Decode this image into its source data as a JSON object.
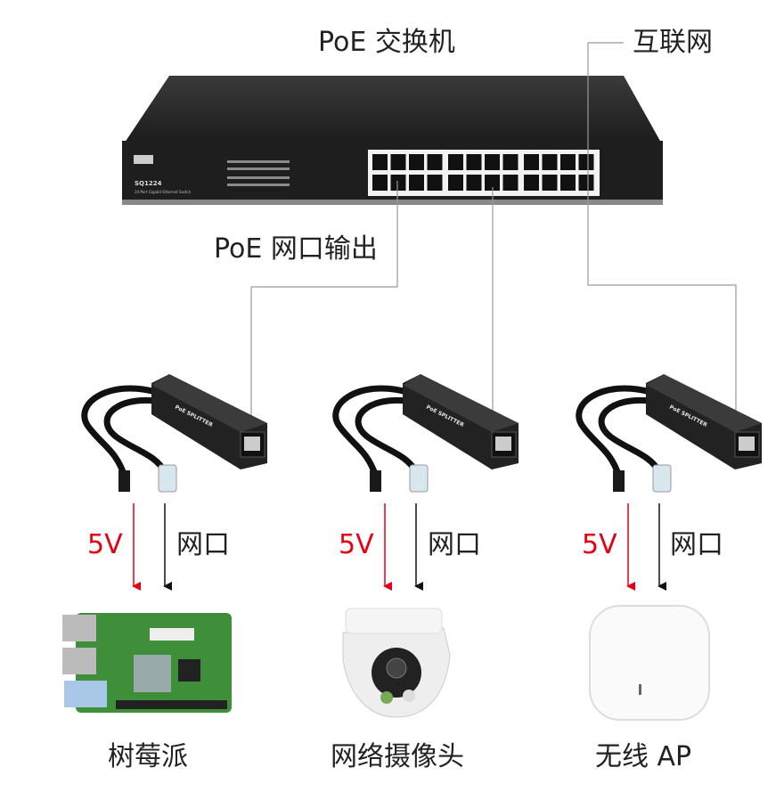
{
  "switch": {
    "title": "PoE 交换机",
    "model": "SQ1224",
    "subtitle": "24-Port Gigabit Ethernet Switch",
    "port_count": 24
  },
  "internet_label": "互联网",
  "poe_output_label": "PoE 网口输出",
  "splitter": {
    "label": "PoE SPLITTER"
  },
  "branches": [
    {
      "power_label": "5V",
      "network_label": "网口",
      "device": "树莓派"
    },
    {
      "power_label": "5V",
      "network_label": "网口",
      "device": "网络摄像头"
    },
    {
      "power_label": "5V",
      "network_label": "网口",
      "device": "无线 AP"
    }
  ],
  "colors": {
    "power_arrow": "#e60012",
    "network_arrow": "#111111",
    "connector_line": "#9a9a9a",
    "switch_body": "#2a2a2a"
  }
}
